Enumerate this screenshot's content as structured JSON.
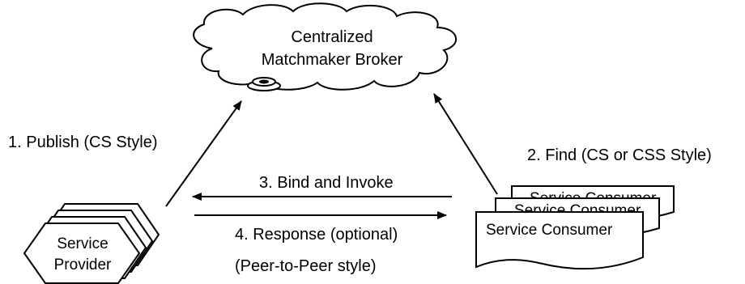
{
  "broker": {
    "line1": "Centralized",
    "line2": "Matchmaker Broker"
  },
  "provider": {
    "line1": "Service",
    "line2": "Provider"
  },
  "consumer": {
    "back_label_1": "Service Consumer",
    "back_label_2": "Service Consumer",
    "front_label": "Service Consumer"
  },
  "steps": {
    "publish": "1. Publish (CS Style)",
    "find": "2. Find (CS or CSS Style)",
    "bind": "3. Bind and Invoke",
    "response": "4. Response (optional)",
    "style_note": "(Peer-to-Peer style)"
  }
}
